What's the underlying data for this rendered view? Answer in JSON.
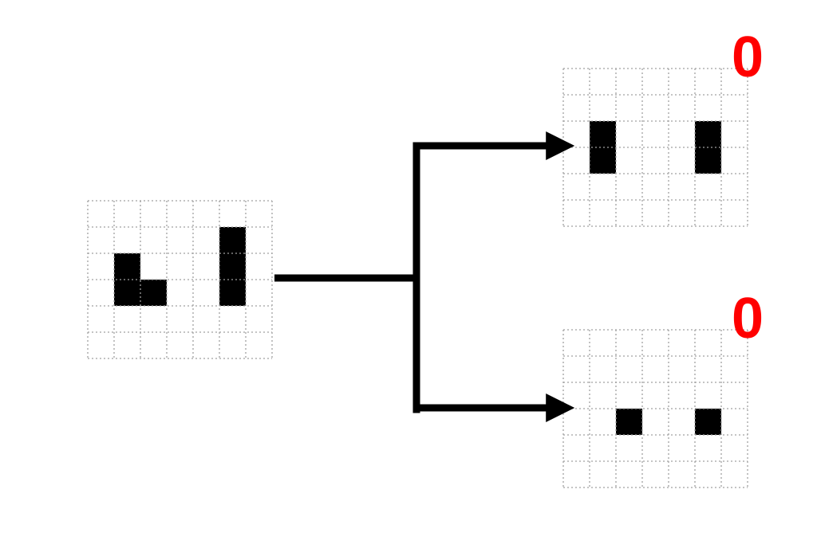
{
  "colors": {
    "cell_fill": "#000000",
    "grid_line": "#a0a0a0",
    "connector": "#000000",
    "score": "#ff0000",
    "background": "#ffffff"
  },
  "grid": {
    "rows": 6,
    "cols": 7
  },
  "input_grid": {
    "filled_cells": [
      [
        2,
        1
      ],
      [
        3,
        1
      ],
      [
        3,
        2
      ],
      [
        1,
        5
      ],
      [
        2,
        5
      ],
      [
        3,
        5
      ]
    ]
  },
  "outputs": [
    {
      "score": "0",
      "filled_cells": [
        [
          2,
          1
        ],
        [
          3,
          1
        ],
        [
          2,
          5
        ],
        [
          3,
          5
        ]
      ]
    },
    {
      "score": "0",
      "filled_cells": [
        [
          3,
          2
        ],
        [
          3,
          5
        ]
      ]
    }
  ]
}
